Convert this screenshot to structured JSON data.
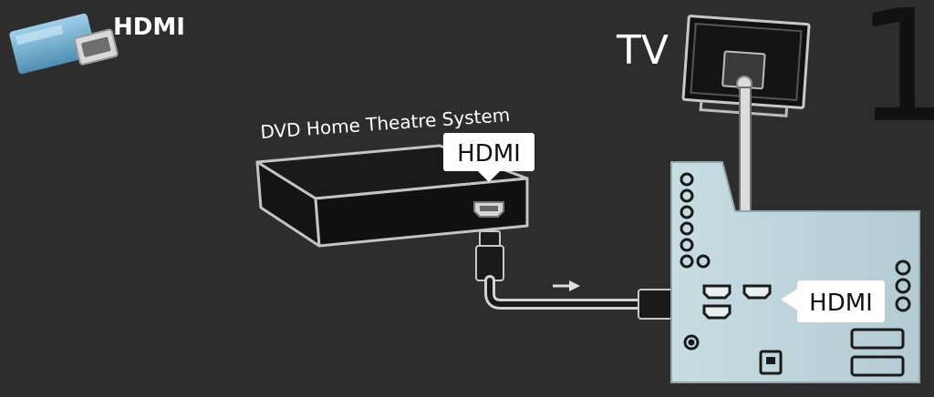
{
  "legend": {
    "connector_label": "HDMI"
  },
  "step": {
    "number": "1"
  },
  "tv": {
    "label": "TV"
  },
  "dvd": {
    "label": "DVD Home Theatre System",
    "port_callout": "HDMI"
  },
  "tv_panel": {
    "port_callout": "HDMI"
  },
  "colors": {
    "background": "#2d2d2d",
    "panel": "#bcd3d9",
    "device_outline": "#bfbfbf",
    "callout_bg": "#ffffff",
    "legend_plug": "#7fb6d6"
  },
  "icons": {
    "legend": "hdmi-plug-icon",
    "dvd": "dvd-player-icon",
    "tv": "tv-icon",
    "flow": "arrow-right-icon"
  }
}
